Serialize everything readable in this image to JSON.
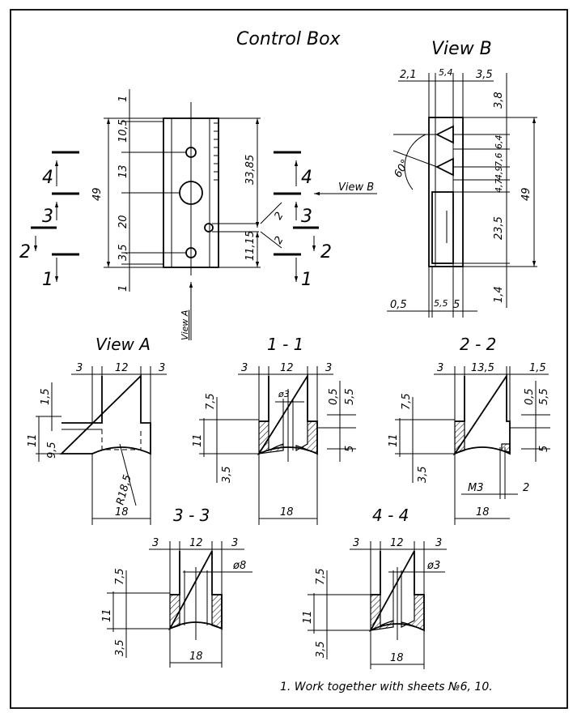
{
  "title": "Control Box",
  "views": {
    "view_b_title": "View B",
    "view_b_arrow": "View B",
    "view_a_arrow": "View A",
    "view_a_title": "View A"
  },
  "sections": {
    "s11": "1 - 1",
    "s22": "2 - 2",
    "s33": "3 - 3",
    "s44": "4 - 4"
  },
  "cut_marks": [
    "1",
    "2",
    "3",
    "4"
  ],
  "main_dims": {
    "left_vertical": [
      "1",
      "10,5",
      "13",
      "20",
      "3,5",
      "1"
    ],
    "overall_height": "49",
    "right_vertical": [
      "33,85",
      "11,15",
      "2",
      "2"
    ]
  },
  "view_b_dims": {
    "top": [
      "2,1",
      "5,4",
      "3,5"
    ],
    "right": [
      "3,8",
      "6,4",
      "7,6",
      "4,9",
      "4,7",
      "23,5",
      "1,4"
    ],
    "overall": "49",
    "angle": "60°",
    "bottom": [
      "0,5",
      "5,5",
      "5"
    ]
  },
  "view_a_dims": {
    "top": [
      "3",
      "12",
      "3"
    ],
    "left": [
      "1,5",
      "11",
      "9,5"
    ],
    "radius": "R18,5",
    "bottom": "18"
  },
  "s11_dims": {
    "top": [
      "3",
      "12",
      "3"
    ],
    "hole": "ø3",
    "left": [
      "7,5",
      "11",
      "3,5"
    ],
    "right": [
      "0,5",
      "5,5",
      "5"
    ],
    "bottom": "18"
  },
  "s22_dims": {
    "top": [
      "3",
      "13,5",
      "1,5"
    ],
    "left": [
      "7,5",
      "11",
      "3,5"
    ],
    "right": [
      "0,5",
      "5,5",
      "5"
    ],
    "thread": "M3",
    "thread_len": "2",
    "bottom": "18"
  },
  "s33_dims": {
    "top": [
      "3",
      "12",
      "3"
    ],
    "hole": "ø8",
    "left": [
      "7,5",
      "11",
      "3,5"
    ],
    "bottom": "18"
  },
  "s44_dims": {
    "top": [
      "3",
      "12",
      "3"
    ],
    "hole": "ø3",
    "left": [
      "7,5",
      "11",
      "3,5"
    ],
    "bottom": "18"
  },
  "note": "1. Work together with sheets №6, 10."
}
